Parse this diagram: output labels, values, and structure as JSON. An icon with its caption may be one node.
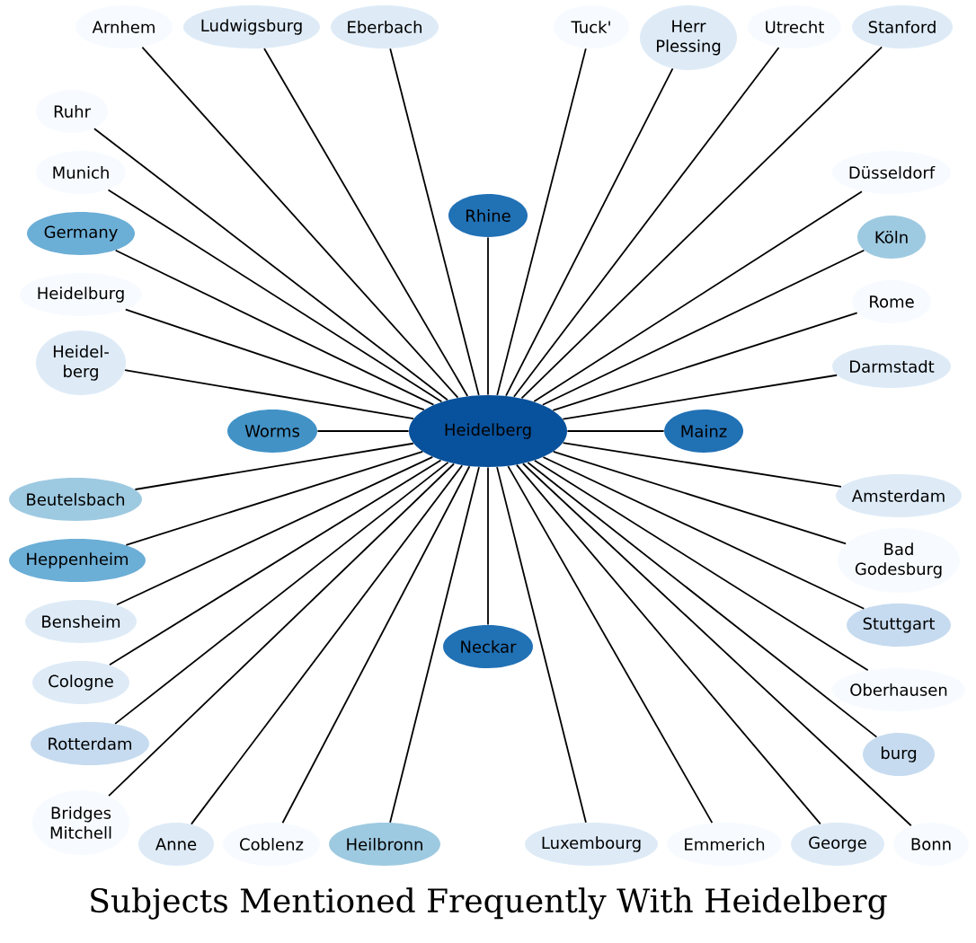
{
  "diagram": {
    "title": "Subjects Mentioned Frequently With Heidelberg",
    "nodes": [
      {
        "text": [
          "Arnhem"
        ]
      },
      {
        "text": [
          "Ludwigsburg"
        ]
      },
      {
        "text": [
          "Eberbach"
        ]
      },
      {
        "text": [
          "Tuck'"
        ]
      },
      {
        "text": [
          "Herr Plessing"
        ]
      },
      {
        "text": [
          "Utrecht"
        ]
      },
      {
        "text": [
          "Stanford"
        ]
      },
      {
        "text": [
          "Ruhr"
        ]
      },
      {
        "text": [
          "Munich"
        ]
      },
      {
        "text": [
          "Düsseldorf"
        ]
      },
      {
        "text": [
          "Germany"
        ]
      },
      {
        "text": [
          "Rhine"
        ]
      },
      {
        "text": [
          "Köln"
        ]
      },
      {
        "text": [
          "Heidelburg"
        ]
      },
      {
        "text": [
          "Rome"
        ]
      },
      {
        "text": [
          "Heidel- berg"
        ]
      },
      {
        "text": [
          "Darmstadt"
        ]
      },
      {
        "text": [
          "Worms"
        ]
      },
      {
        "text": [
          "Heidelberg"
        ]
      },
      {
        "text": [
          "Mainz"
        ]
      },
      {
        "text": [
          "Beutelsbach"
        ]
      },
      {
        "text": [
          "Amsterdam"
        ]
      },
      {
        "text": [
          "Heppenheim"
        ]
      },
      {
        "text": [
          "Bad Godesburg"
        ]
      },
      {
        "text": [
          "Bensheim"
        ]
      },
      {
        "text": [
          "Neckar"
        ]
      },
      {
        "text": [
          "Stuttgart"
        ]
      },
      {
        "text": [
          "Cologne"
        ]
      },
      {
        "text": [
          "Oberhausen"
        ]
      },
      {
        "text": [
          "Rotterdam"
        ]
      },
      {
        "text": [
          "burg"
        ]
      },
      {
        "text": [
          "Bridges Mitchell"
        ]
      },
      {
        "text": [
          "Anne"
        ]
      },
      {
        "text": [
          "Coblenz"
        ]
      },
      {
        "text": [
          "Heilbronn"
        ]
      },
      {
        "text": [
          "Luxembourg"
        ]
      },
      {
        "text": [
          "Emmerich"
        ]
      },
      {
        "text": [
          "George"
        ]
      },
      {
        "text": [
          "Bonn"
        ]
      }
    ],
    "edges": [
      {
        "from": 18,
        "to": 0,
        "arrow": "none"
      },
      {
        "from": 18,
        "to": 1,
        "arrow": "none"
      },
      {
        "from": 18,
        "to": 2,
        "arrow": "none"
      },
      {
        "from": 18,
        "to": 3,
        "arrow": "none"
      },
      {
        "from": 18,
        "to": 4,
        "arrow": "none"
      },
      {
        "from": 18,
        "to": 5,
        "arrow": "none"
      },
      {
        "from": 18,
        "to": 6,
        "arrow": "none"
      },
      {
        "from": 18,
        "to": 7,
        "arrow": "none"
      },
      {
        "from": 18,
        "to": 8,
        "arrow": "none"
      },
      {
        "from": 18,
        "to": 9,
        "arrow": "none"
      },
      {
        "from": 18,
        "to": 10,
        "arrow": "none"
      },
      {
        "from": 18,
        "to": 11,
        "arrow": "none"
      },
      {
        "from": 18,
        "to": 12,
        "arrow": "none"
      },
      {
        "from": 18,
        "to": 13,
        "arrow": "none"
      },
      {
        "from": 18,
        "to": 14,
        "arrow": "none"
      },
      {
        "from": 18,
        "to": 15,
        "arrow": "none"
      },
      {
        "from": 18,
        "to": 16,
        "arrow": "none"
      },
      {
        "from": 18,
        "to": 17,
        "arrow": "none"
      },
      {
        "from": 18,
        "to": 19,
        "arrow": "none"
      },
      {
        "from": 18,
        "to": 20,
        "arrow": "none"
      },
      {
        "from": 18,
        "to": 21,
        "arrow": "none"
      },
      {
        "from": 18,
        "to": 22,
        "arrow": "none"
      },
      {
        "from": 18,
        "to": 23,
        "arrow": "none"
      },
      {
        "from": 18,
        "to": 24,
        "arrow": "none"
      },
      {
        "from": 18,
        "to": 25,
        "arrow": "none"
      },
      {
        "from": 18,
        "to": 26,
        "arrow": "none"
      },
      {
        "from": 18,
        "to": 27,
        "arrow": "none"
      },
      {
        "from": 18,
        "to": 28,
        "arrow": "none"
      },
      {
        "from": 18,
        "to": 29,
        "arrow": "none"
      },
      {
        "from": 18,
        "to": 30,
        "arrow": "none"
      },
      {
        "from": 18,
        "to": 31,
        "arrow": "none"
      },
      {
        "from": 18,
        "to": 32,
        "arrow": "none"
      },
      {
        "from": 18,
        "to": 33,
        "arrow": "none"
      },
      {
        "from": 18,
        "to": 34,
        "arrow": "none"
      },
      {
        "from": 18,
        "to": 35,
        "arrow": "none"
      },
      {
        "from": 18,
        "to": 36,
        "arrow": "none"
      },
      {
        "from": 18,
        "to": 37,
        "arrow": "none"
      },
      {
        "from": 18,
        "to": 38,
        "arrow": "none"
      }
    ]
  }
}
